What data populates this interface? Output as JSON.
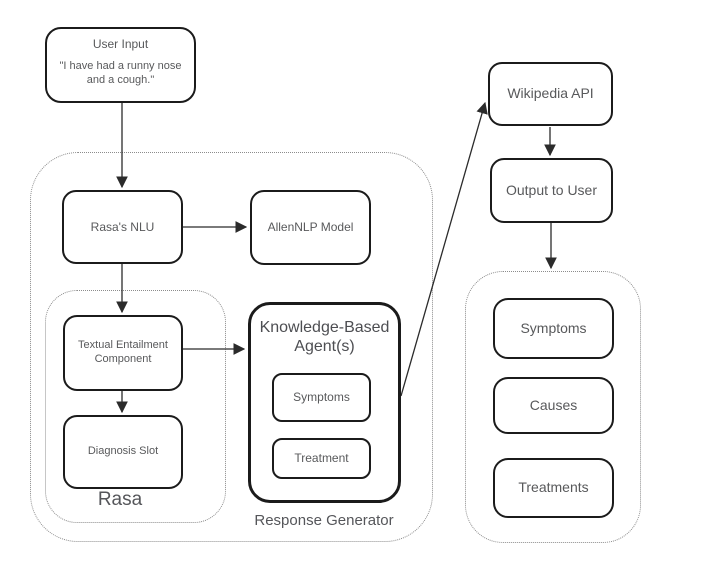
{
  "diagram": {
    "user_input": {
      "title": "User Input",
      "quote": [
        "\"I have had a runny nose",
        "and a cough.\""
      ]
    },
    "rasa_nlu_label": "Rasa's NLU",
    "allennlp_label": "AllenNLP Model",
    "textual_entailment_label": "Textual Entailment Component",
    "diagnosis_slot_label": "Diagnosis Slot",
    "rasa_group_label": "Rasa",
    "response_generator_label": "Response Generator",
    "knowledge_based_agent": {
      "title": "Knowledge-Based Agent(s)",
      "symptoms_label": "Symptoms",
      "treatment_label": "Treatment"
    },
    "wikipedia_api_label": "Wikipedia API",
    "output_to_user_label": "Output to User",
    "results_group": {
      "symptoms_label": "Symptoms",
      "causes_label": "Causes",
      "treatments_label": "Treatments"
    }
  },
  "colors": {
    "background": "#ffffff",
    "box_border": "#1b1b1b",
    "text": "#58595b",
    "dotted_border": "#8c8c8c",
    "arrow": "#2b2b2b"
  }
}
